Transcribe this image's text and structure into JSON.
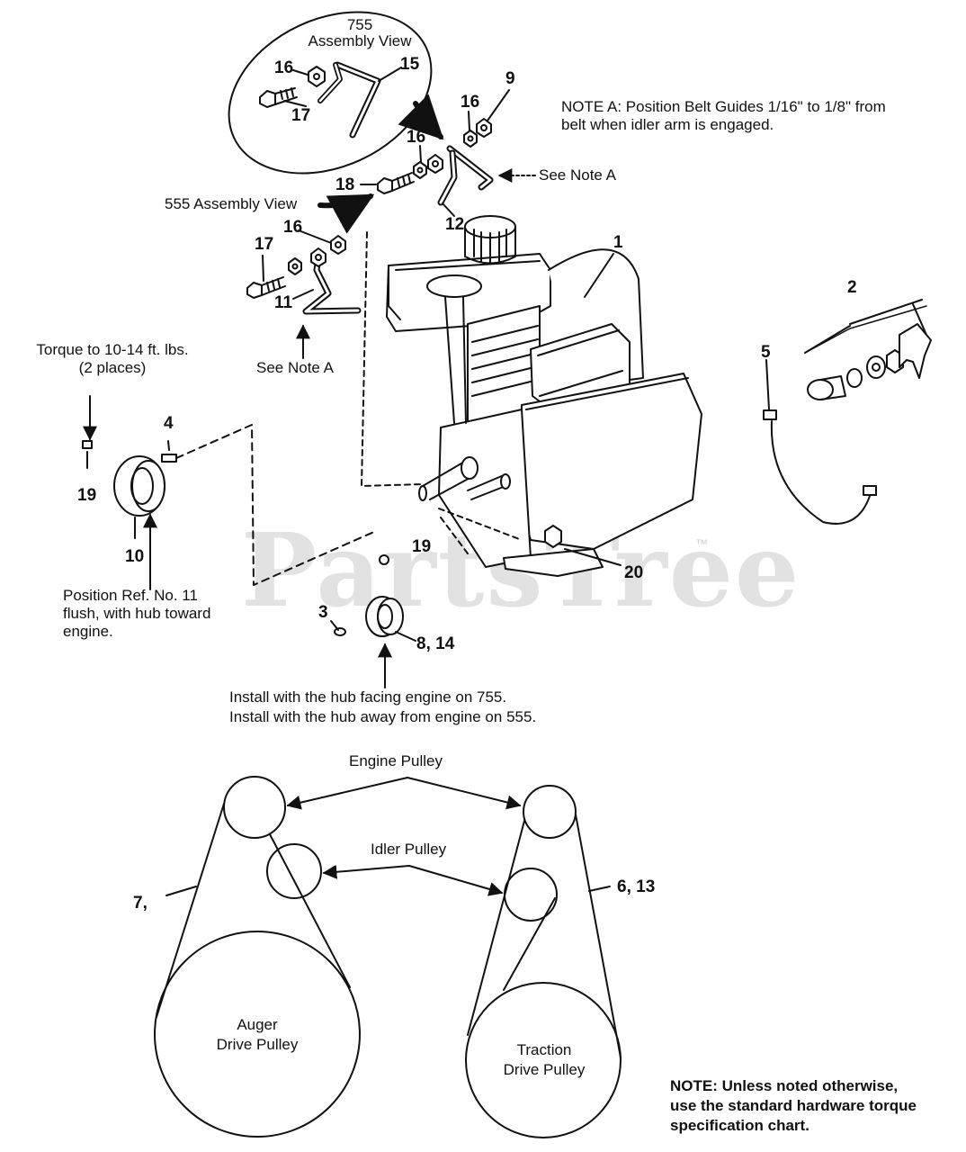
{
  "watermark": {
    "text": "PartsTree",
    "tm": "™"
  },
  "views": {
    "view755_number": "755",
    "view755_label": "Assembly View",
    "view555": "555 Assembly View"
  },
  "notes": {
    "note_a": "NOTE A: Position Belt Guides 1/16\" to 1/8\" from",
    "note_a_line2": "belt when idler arm is engaged.",
    "see_note_a_1": "See Note A",
    "see_note_a_2": "See Note A",
    "torque_1": "Torque to 10-14 ft. lbs.",
    "torque_2": "(2 places)",
    "position_1": "Position Ref. No. 11",
    "position_2": "flush, with hub toward",
    "position_3": "engine.",
    "install_1": "Install with the hub facing engine on 755.",
    "install_2": "Install with the hub away from engine on 555.",
    "hardware_1": "NOTE: Unless noted otherwise,",
    "hardware_2": "use the standard hardware torque",
    "hardware_3": "specification chart."
  },
  "callouts": {
    "c1": "1",
    "c2": "2",
    "c3": "3",
    "c4": "4",
    "c5": "5",
    "c9": "9",
    "c10": "10",
    "c11": "11",
    "c12": "12",
    "c15": "15",
    "c16a": "16",
    "c16b": "16",
    "c16c": "16",
    "c16d": "16",
    "c17a": "17",
    "c17b": "17",
    "c18": "18",
    "c19a": "19",
    "c19b": "19",
    "c20": "20",
    "c8_14": "8, 14",
    "c6_13": "6, 13",
    "c7": "7,"
  },
  "belt_diagram": {
    "engine_pulley": "Engine Pulley",
    "idler_pulley": "Idler Pulley",
    "auger_1": "Auger",
    "auger_2": "Drive Pulley",
    "traction_1": "Traction",
    "traction_2": "Drive Pulley"
  }
}
